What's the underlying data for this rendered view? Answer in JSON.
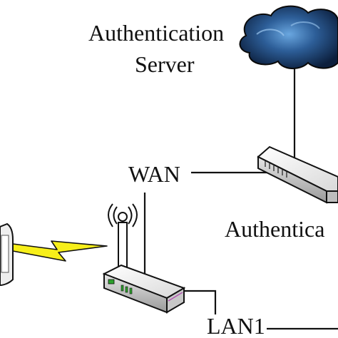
{
  "labels": {
    "auth_server_line1": "Authentication",
    "auth_server_line2": "Server",
    "wan": "WAN",
    "authenticator": "Authentica",
    "lan1": "LAN1"
  },
  "nodes": [
    {
      "id": "authentication-server",
      "icon": "cloud-icon",
      "color": "#1a3a66"
    },
    {
      "id": "authenticator-switch",
      "icon": "switch-icon",
      "color": "#f2f2f2"
    },
    {
      "id": "wireless-router",
      "icon": "wireless-router-icon",
      "color": "#f2f2f2"
    },
    {
      "id": "client-device",
      "icon": "client-device-icon",
      "color": "#eeeeee"
    }
  ],
  "connections": [
    {
      "from": "authentication-server",
      "to": "authenticator-switch",
      "type": "wired"
    },
    {
      "from": "authenticator-switch",
      "to": "wireless-router",
      "type": "wired",
      "label": "WAN"
    },
    {
      "from": "wireless-router",
      "to": "off-page-right",
      "type": "wired",
      "label": "LAN1"
    },
    {
      "from": "client-device",
      "to": "wireless-router",
      "type": "wireless",
      "color": "#f7ef1a"
    }
  ]
}
